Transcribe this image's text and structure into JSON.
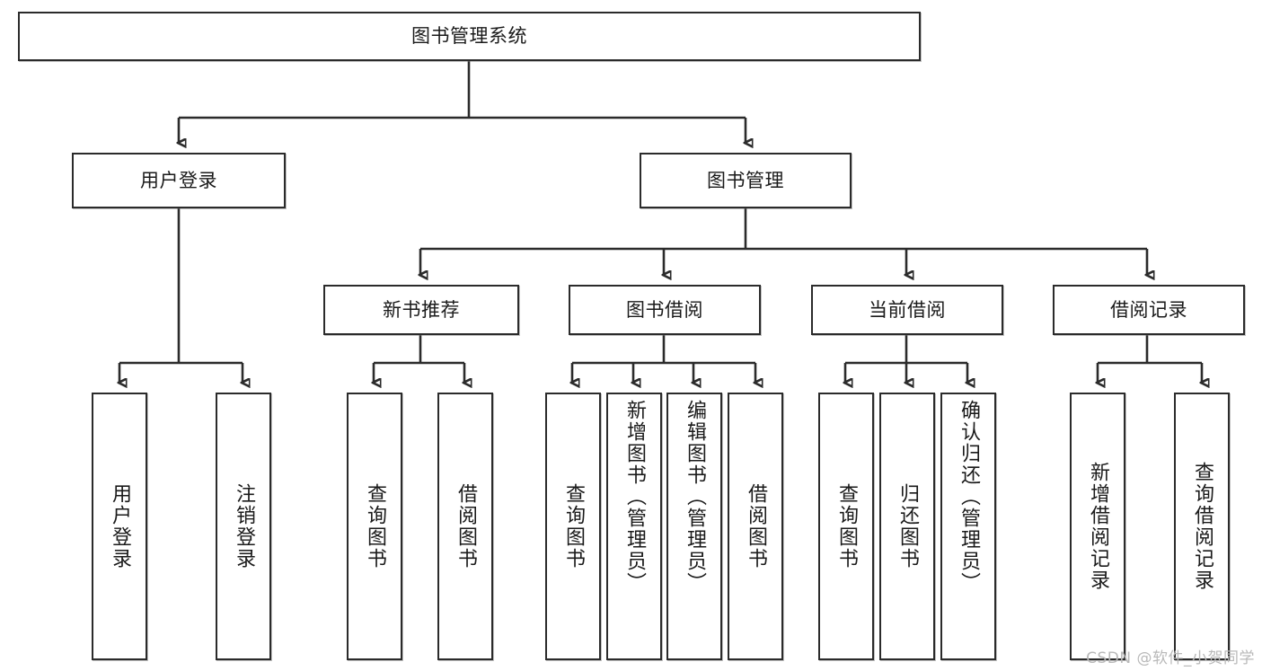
{
  "diagram": {
    "title": "图书管理系统",
    "type": "tree-hierarchy-diagram",
    "colors": {
      "stroke": "#2b2b2b",
      "background": "#ffffff",
      "text": "#1a1a1a",
      "watermark": "#b9b9b9"
    },
    "root": {
      "label": "图书管理系统"
    },
    "level2": [
      {
        "label": "用户登录"
      },
      {
        "label": "图书管理"
      }
    ],
    "level3": [
      {
        "label": "新书推荐"
      },
      {
        "label": "图书借阅"
      },
      {
        "label": "当前借阅"
      },
      {
        "label": "借阅记录"
      }
    ],
    "leaves": [
      {
        "label": "用户登录",
        "parent": "用户登录"
      },
      {
        "label": "注销登录",
        "parent": "用户登录"
      },
      {
        "label": "查询图书",
        "parent": "新书推荐"
      },
      {
        "label": "借阅图书",
        "parent": "新书推荐"
      },
      {
        "label": "查询图书",
        "parent": "图书借阅"
      },
      {
        "label": "新增图书（管理员）",
        "parent": "图书借阅"
      },
      {
        "label": "编辑图书（管理员）",
        "parent": "图书借阅"
      },
      {
        "label": "借阅图书",
        "parent": "图书借阅"
      },
      {
        "label": "查询图书",
        "parent": "当前借阅"
      },
      {
        "label": "归还图书",
        "parent": "当前借阅"
      },
      {
        "label": "确认归还（管理员）",
        "parent": "当前借阅"
      },
      {
        "label": "新增借阅记录",
        "parent": "借阅记录"
      },
      {
        "label": "查询借阅记录",
        "parent": "借阅记录"
      }
    ],
    "watermark": "CSDN @软件_小贺同学"
  }
}
